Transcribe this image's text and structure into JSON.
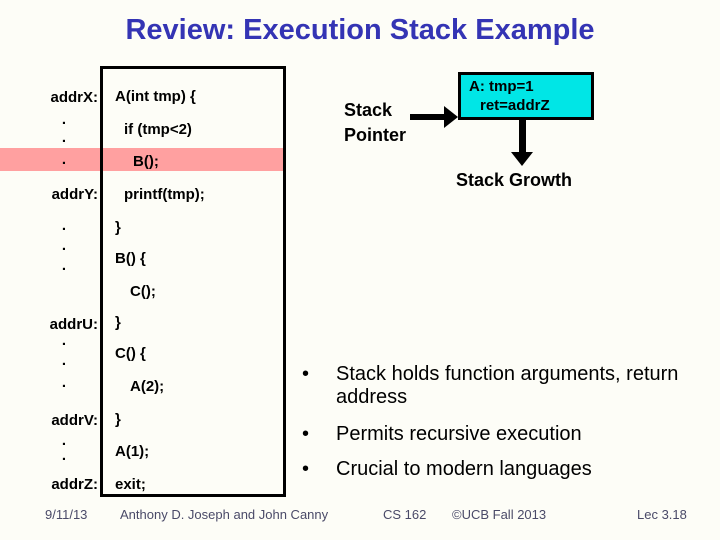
{
  "title": "Review: Execution Stack Example",
  "gutter": [
    "addrX:",
    ".",
    ".",
    ".",
    "addrY:",
    ".",
    ".",
    ".",
    "addrU:",
    ".",
    ".",
    ".",
    "addrV:",
    ".",
    ".",
    "addrZ:"
  ],
  "code_lines": [
    "A(int tmp) {",
    "if (tmp<2)",
    "B();",
    "printf(tmp);",
    "}",
    "B() {",
    "C();",
    "}",
    "C() {",
    "A(2);",
    "}",
    "A(1);",
    "exit;"
  ],
  "stack": {
    "pointer_label": "Stack Pointer",
    "frame": {
      "line1": "A: tmp=1",
      "line2": "ret=addrZ"
    },
    "growth_label": "Stack Growth"
  },
  "bullets": [
    "Stack holds function arguments, return address",
    "Permits recursive execution",
    "Crucial to modern languages"
  ],
  "glyphs": {
    "bullet_dot": "•"
  },
  "footer": {
    "date": "9/11/13",
    "authors": "Anthony D. Joseph and John Canny",
    "course": "CS 162",
    "copyright": "©UCB Fall 2013",
    "slide_ref": "Lec 3.18"
  },
  "colors": {
    "title_blue": "#3434b4",
    "frame_fill": "#00e6e6",
    "highlight_pink": "#ffa0a0",
    "footer_text": "#4a4a68"
  }
}
